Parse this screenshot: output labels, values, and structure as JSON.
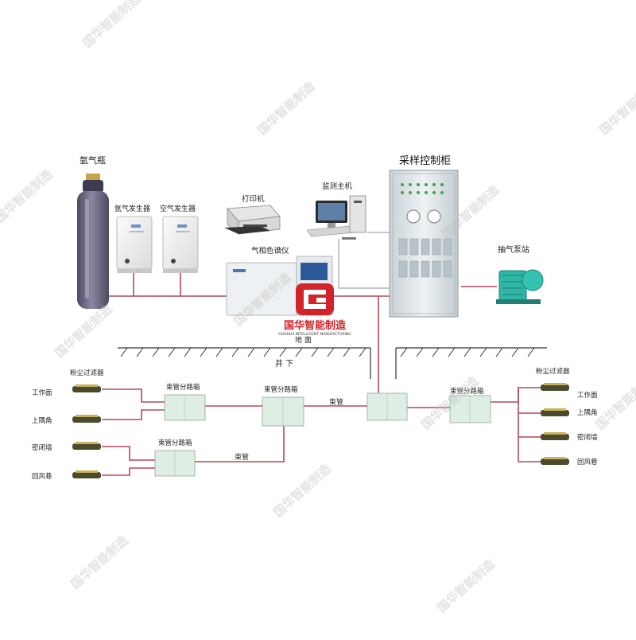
{
  "labels": {
    "argon_bottle": "氩气瓶",
    "argon_generator": "氩气发生器",
    "air_generator": "空气发生器",
    "printer": "打印机",
    "monitor_host": "监测主机",
    "control_cabinet": "采样控制柜",
    "gas_chromatograph": "气相色谱仪",
    "pump_station": "抽气泵站",
    "ground": "地 面",
    "underground": "井 下",
    "dust_filter_left": "粉尘过滤器",
    "dust_filter_right": "粉尘过滤器",
    "splitter_1": "束管分路箱",
    "splitter_2": "束管分路箱",
    "splitter_3": "束管分路箱",
    "splitter_4": "束管分路箱",
    "tube_1": "束管",
    "tube_2": "束管"
  },
  "left_points": [
    "工作面",
    "上隅角",
    "密闭墙",
    "回风巷"
  ],
  "right_points": [
    "工作面",
    "上隅角",
    "密闭墙",
    "回风巷"
  ],
  "brand": {
    "name": "国华智能制造",
    "subtitle": "GUOHUA INTELLIGENT MANUFACTURING",
    "watermark": "国华智能制造"
  },
  "colors": {
    "pipe": "#b5485a",
    "brand_red": "#d2232a",
    "cabinet": "#dfe6ea",
    "splitter": "#dfeee4",
    "pump": "#2fb6a6",
    "bottle": "#6f6c86"
  }
}
